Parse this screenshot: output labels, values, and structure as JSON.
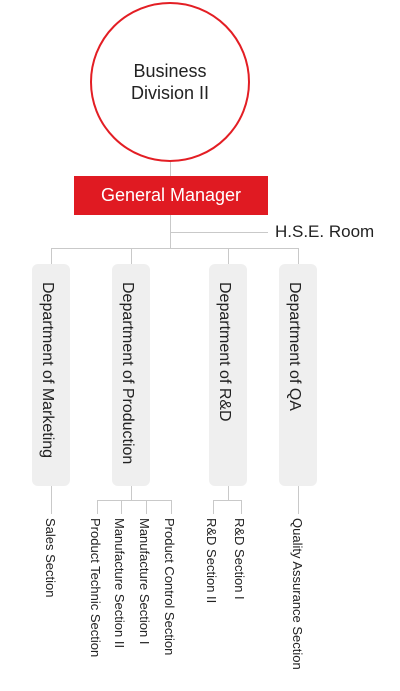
{
  "division": {
    "line1": "Business",
    "line2": "Division II"
  },
  "general_manager": "General Manager",
  "hse_room": "H.S.E. Room",
  "departments": [
    {
      "name": "Department of Marketing",
      "sections": [
        "Sales Section"
      ]
    },
    {
      "name": "Department of Production",
      "sections": [
        "Product Technic Section",
        "Manufacture Section II",
        "Manufacture Section I",
        "Product Control Section"
      ]
    },
    {
      "name": "Department of R&D",
      "sections": [
        "R&D Section II",
        "R&D Section I"
      ]
    },
    {
      "name": "Department of QA",
      "sections": [
        "Quality Assurance Section"
      ]
    }
  ],
  "colors": {
    "accent": "#e01a22",
    "connector": "#c9c9c9",
    "department_fill": "#efefef"
  }
}
